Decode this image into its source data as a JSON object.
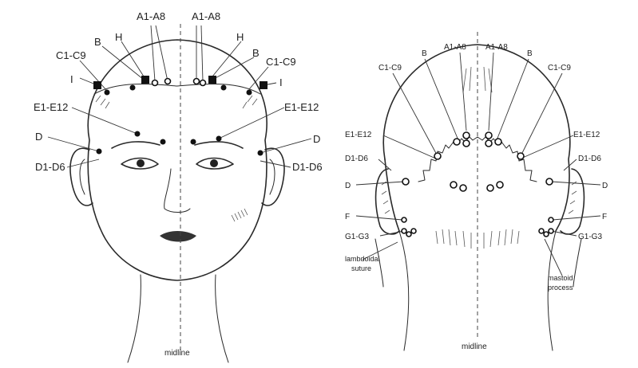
{
  "front_view": {
    "labels": {
      "a_left": "A1-A8",
      "a_right": "A1-A8",
      "b_left": "B",
      "b_right": "B",
      "h_left": "H",
      "h_right": "H",
      "c_left": "C1-C9",
      "c_right": "C1-C9",
      "i_left": "I",
      "i_right": "I",
      "e_left": "E1-E12",
      "e_right": "E1-E12",
      "d_left": "D",
      "d_right": "D",
      "d16_left": "D1-D6",
      "d16_right": "D1-D6",
      "midline": "midline"
    }
  },
  "back_view": {
    "labels": {
      "a_left": "A1-A8",
      "a_right": "A1-A8",
      "b_left": "B",
      "b_right": "B",
      "c_left": "C1-C9",
      "c_right": "C1-C9",
      "e_left": "E1-E12",
      "e_right": "E1-E12",
      "d16_left": "D1-D6",
      "d16_right": "D1-D6",
      "d_left": "D",
      "d_right": "D",
      "f_left": "F",
      "f_right": "F",
      "g_left": "G1-G3",
      "g_right": "G1-G3",
      "lambdoid_1": "lambdoidal",
      "lambdoid_2": "suture",
      "mastoid_1": "mastoid",
      "mastoid_2": "process",
      "midline": "midline"
    }
  }
}
